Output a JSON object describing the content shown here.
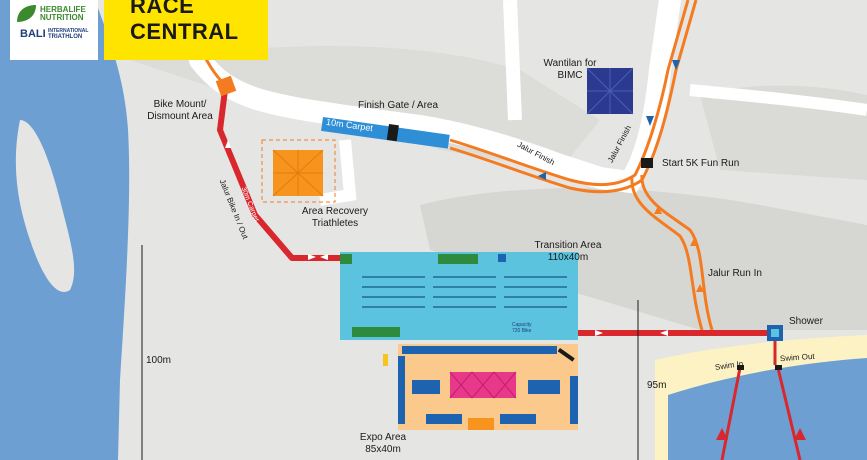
{
  "logo": {
    "brand_line1": "HERBALIFE",
    "brand_line2": "NUTRITION",
    "event_short": "BALI",
    "event_line1": "INTERNATIONAL",
    "event_line2": "TRIATHLON"
  },
  "title": {
    "line1": "RACE",
    "line2": "CENTRAL"
  },
  "labels": {
    "bike_mount": [
      "Bike Mount/",
      "Dismount Area"
    ],
    "finish_gate": "Finish Gate / Area",
    "carpet_10m": "10m Carpet",
    "wantilan": [
      "Wantilan for",
      "BIMC"
    ],
    "jalur_finish_1": "Jalur Finish",
    "jalur_finish_2": "Jalur Finish",
    "start_fun_run": "Start 5K Fun Run",
    "area_recovery": [
      "Area Recovery",
      "Triathletes"
    ],
    "jalur_bike": "Jalur Bike In / Out",
    "carpet_30m": "30m Carpet",
    "transition": [
      "Transition Area",
      "110x40m"
    ],
    "capacity": [
      "Capacity",
      "720 Bike"
    ],
    "jalur_run_in": "Jalur Run In",
    "shower": "Shower",
    "swim_in": "Swim In",
    "swim_out": "Swim Out",
    "dist_100m": "100m",
    "dist_95m": "95m",
    "expo": [
      "Expo Area",
      "85x40m"
    ]
  },
  "colors": {
    "sea": "#6d9fd3",
    "sand": "#fdf2c4",
    "ground": "#d8d8d4",
    "road": "#ffffff",
    "run_route": "#f47b20",
    "bike_route": "#d9272e",
    "transition": "#5bc3dd",
    "expo": "#fbc98b",
    "tent_blue": "#1e63b0",
    "tent_green": "#2e8b3e",
    "tent_orange": "#f7941d",
    "tent_pink": "#e8388a",
    "tent_navy": "#2b3a8f",
    "title_bg": "#ffe400"
  }
}
